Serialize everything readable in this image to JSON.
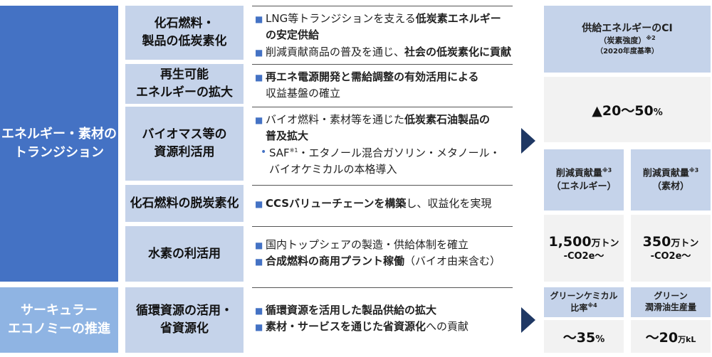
{
  "categories": {
    "energy": "エネルギー・素材の\nトランジション",
    "circular": "サーキュラー\nエコノミーの推進"
  },
  "themes": {
    "fossil_low_carbon": "化石燃料・\n製品の低炭素化",
    "renewable": "再生可能\nエネルギーの拡大",
    "biomass": "バイオマス等の\n資源利活用",
    "fossil_decarb": "化石燃料の脱炭素化",
    "hydrogen": "水素の利活用",
    "circular_resource": "循環資源の活用・\n省資源化"
  },
  "descriptions": {
    "fossil_1a": "LNG等トランジションを支える",
    "fossil_1b": "低炭素エネルギー",
    "fossil_1c": "の安定供給",
    "fossil_2a": "削減貢献商品の普及を通じ、",
    "fossil_2b": "社会の低炭素化に貢献",
    "renew_1a": "再エネ電源開発と需給調整の有効活用による",
    "renew_1b": "収益基盤の確立",
    "bio_1a": "バイオ燃料・素材等を通じた",
    "bio_1b": "低炭素石油製品の",
    "bio_1c": "普及拡大",
    "bio_2a": "SAF",
    "bio_2sup": "※1",
    "bio_2b": "・エタノール混合ガソリン・メタノール・",
    "bio_2c": "バイオケミカルの本格導入",
    "decarb_1a": "CCSバリューチェーンを構築",
    "decarb_1b": "し、収益化を実現",
    "h2_1": "国内トップシェアの製造・供給体制を確立",
    "h2_2a": "合成燃料の商用プラント稼働",
    "h2_2b": "（バイオ由来含む）",
    "circ_1": "循環資源を活用した製品供給の拡大",
    "circ_2a": "素材・サービスを通じた省資源化",
    "circ_2b": "への貢献"
  },
  "kpis": {
    "ci_title": "供給エネルギーのCI",
    "ci_sub": "（炭素強度）",
    "ci_sup": "※2",
    "ci_year": "（2020年度基準）",
    "ci_value": "▲20〜50",
    "ci_unit": "%",
    "red_energy_title": "削減貢献量",
    "red_energy_sup": "※3",
    "red_energy_sub": "（エネルギー）",
    "red_energy_value": "1,500",
    "red_energy_unit": "万トン",
    "red_energy_co2": "-CO2e〜",
    "red_mat_title": "削減貢献量",
    "red_mat_sup": "※3",
    "red_mat_sub": "（素材）",
    "red_mat_value": "350",
    "red_mat_unit": "万トン",
    "red_mat_co2": "-CO2e〜",
    "green_chem_title": "グリーンケミカル",
    "green_chem_title2": "比率",
    "green_chem_sup": "※4",
    "green_chem_value": "〜35",
    "green_chem_unit": "%",
    "green_lube_title": "グリーン",
    "green_lube_title2": "潤滑油生産量",
    "green_lube_value": "〜20",
    "green_lube_unit": "万kL"
  }
}
